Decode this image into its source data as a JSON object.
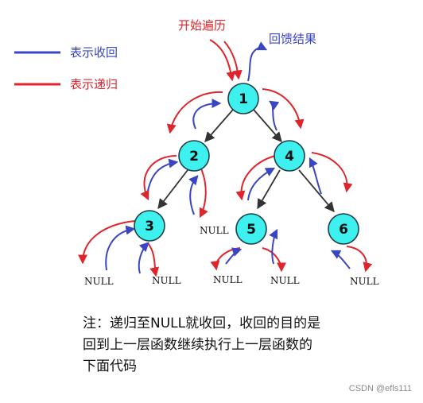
{
  "legend": {
    "return_label": "表示收回",
    "recursion_label": "表示递归",
    "return_color": "#3a45c4",
    "recursion_color": "#e0242c"
  },
  "callouts": {
    "start": "开始遍历",
    "feedback": "回馈结果"
  },
  "tree": {
    "nodes": [
      {
        "id": "1",
        "label": "1"
      },
      {
        "id": "2",
        "label": "2"
      },
      {
        "id": "4",
        "label": "4"
      },
      {
        "id": "3",
        "label": "3"
      },
      {
        "id": "5",
        "label": "5"
      },
      {
        "id": "6",
        "label": "6"
      }
    ],
    "edges": [
      [
        "1",
        "2"
      ],
      [
        "1",
        "4"
      ],
      [
        "2",
        "3"
      ],
      [
        "4",
        "5"
      ],
      [
        "4",
        "6"
      ]
    ],
    "null_label": "NULL",
    "node_color": "#3ef0ee"
  },
  "note": {
    "line1": "注：递归至NULL就收回，收回的目的是",
    "line2": "回到上一层函数继续执行上一层函数的",
    "line3": "下面代码"
  },
  "watermark": "CSDN @efls111"
}
